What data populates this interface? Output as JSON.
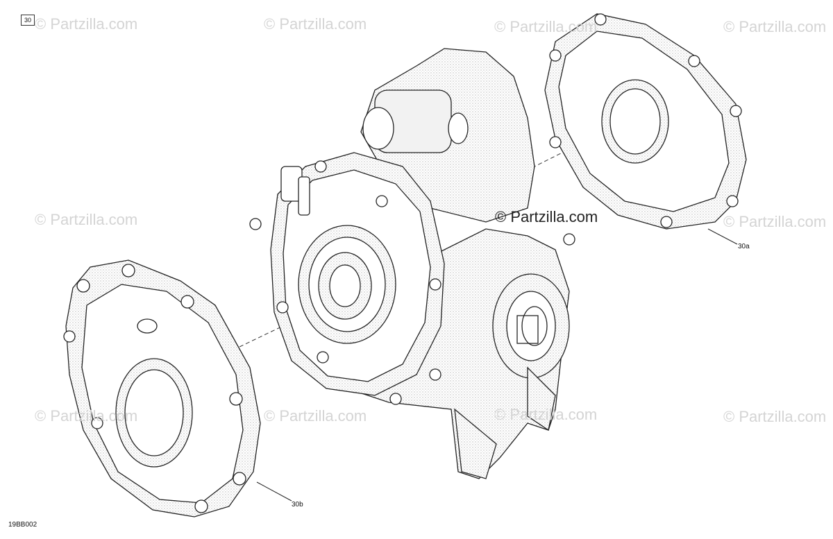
{
  "diagram": {
    "box_label": "30",
    "callouts": {
      "a": "30a",
      "b": "30b"
    },
    "drawing_code": "19BB002",
    "watermark": "© Partzilla.com",
    "center_watermark": "© Partzilla.com"
  },
  "colors": {
    "line": "#222222",
    "shade": "#e6e6e6",
    "watermark": "#d4d4d4"
  }
}
